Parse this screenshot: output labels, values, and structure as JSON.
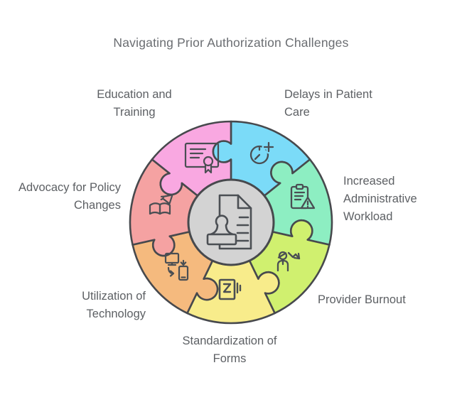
{
  "title": "Navigating Prior Authorization Challenges",
  "colors": {
    "background": "#FFFFFF",
    "stroke": "#47494D",
    "center_fill": "#D3D3D3",
    "title_text": "#6A6D71",
    "label_text": "#5D6064"
  },
  "center": {
    "icon": "document-stamp-icon"
  },
  "segments": [
    {
      "id": "delays",
      "label": "Delays in Patient Care",
      "color": "#7BDBF8",
      "icon": "clock-plus-icon"
    },
    {
      "id": "admin",
      "label": "Increased Administrative Workload",
      "color": "#8DEEC2",
      "icon": "clipboard-alert-icon"
    },
    {
      "id": "burnout",
      "label": "Provider Burnout",
      "color": "#D0F06F",
      "icon": "person-decline-icon"
    },
    {
      "id": "forms",
      "label": "Standardization of Forms",
      "color": "#F8EC8B",
      "icon": "form-lines-icon"
    },
    {
      "id": "technology",
      "label": "Utilization of Technology",
      "color": "#F5BA7E",
      "icon": "devices-sync-icon"
    },
    {
      "id": "advocacy",
      "label": "Advocacy for Policy Changes",
      "color": "#F5A2A2",
      "icon": "book-megaphone-icon"
    },
    {
      "id": "education",
      "label": "Education and Training",
      "color": "#F9A8E1",
      "icon": "certificate-icon"
    }
  ]
}
